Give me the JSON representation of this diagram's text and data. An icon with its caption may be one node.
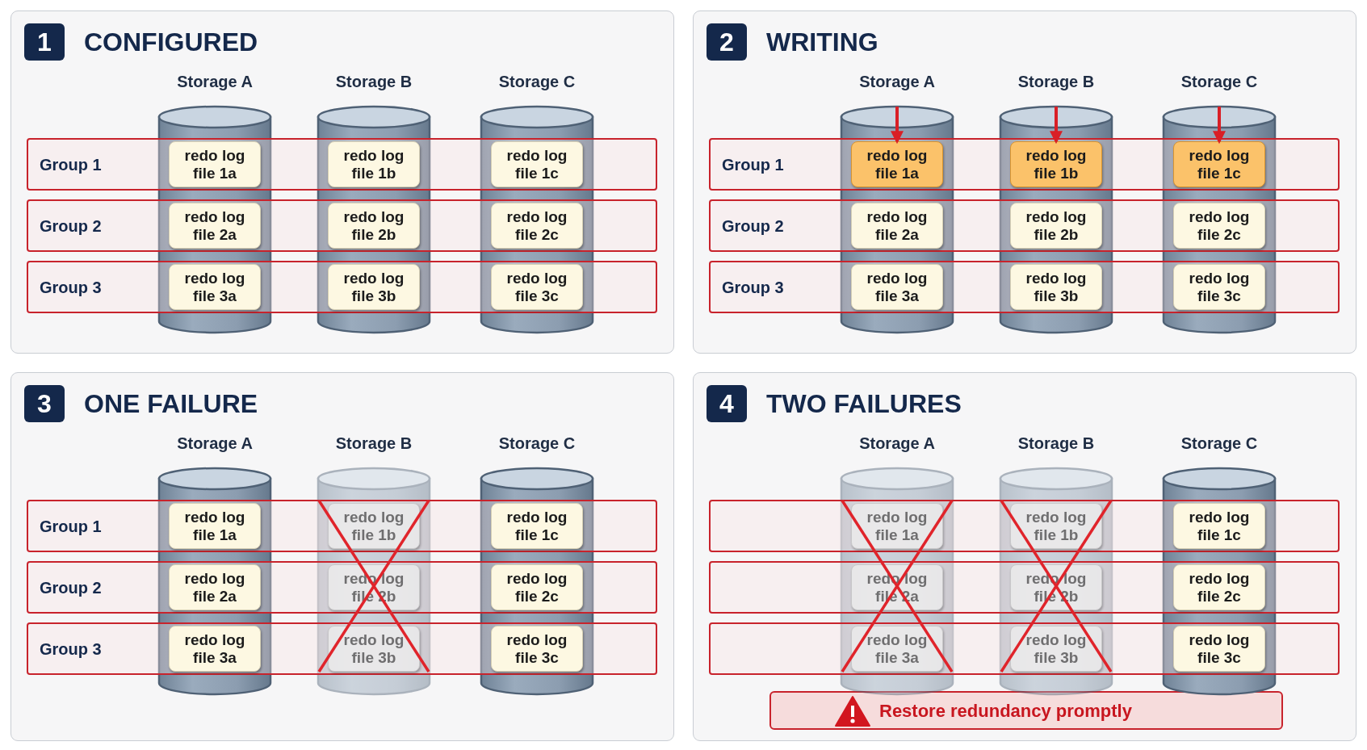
{
  "diagram": {
    "nodes": [
      {
        "text": [
          "1",
          "CONFIGURED"
        ]
      },
      {
        "text": [
          "Storage A"
        ],
        "in": 0
      },
      {
        "text": [
          "Storage B"
        ],
        "in": 0
      },
      {
        "text": [
          "Storage C"
        ],
        "in": 0
      },
      {
        "text": [
          "Group 1"
        ],
        "in": 0
      },
      {
        "text": [
          "redo log file 1a"
        ]
      },
      {
        "text": [
          "redo log file 1b"
        ]
      },
      {
        "text": [
          "redo log file 1c"
        ]
      },
      {
        "text": [
          "Group 2"
        ],
        "in": 0
      },
      {
        "text": [
          "redo log file 2a"
        ]
      },
      {
        "text": [
          "redo log file 2b"
        ]
      },
      {
        "text": [
          "redo log file 2c"
        ]
      },
      {
        "text": [
          "Group 3"
        ],
        "in": 0
      },
      {
        "text": [
          "redo log file 3a"
        ]
      },
      {
        "text": [
          "redo log file 3b"
        ]
      },
      {
        "text": [
          "redo log file 3c"
        ]
      },
      {
        "text": [
          "2",
          "WRITING"
        ]
      },
      {
        "text": [
          "Storage A"
        ],
        "in": 16
      },
      {
        "text": [
          "Storage B"
        ],
        "in": 16
      },
      {
        "text": [
          "Storage C"
        ],
        "in": 16
      },
      {
        "text": [
          "Group 1"
        ],
        "in": 16
      },
      {
        "text": [
          "redo log file 1a"
        ]
      },
      {
        "text": [
          "redo log file 1b"
        ]
      },
      {
        "text": [
          "redo log file 1c"
        ]
      },
      {
        "text": [
          "Group 2"
        ],
        "in": 16
      },
      {
        "text": [
          "redo log file 2a"
        ]
      },
      {
        "text": [
          "redo log file 2b"
        ]
      },
      {
        "text": [
          "redo log file 2c"
        ]
      },
      {
        "text": [
          "Group 3"
        ],
        "in": 16
      },
      {
        "text": [
          "redo log file 3a"
        ]
      },
      {
        "text": [
          "redo log file 3b"
        ]
      },
      {
        "text": [
          "redo log file 3c"
        ]
      },
      {
        "text": [
          "3",
          "ONE FAILURE"
        ]
      },
      {
        "text": [
          "Storage A"
        ],
        "in": 32
      },
      {
        "text": [
          "Storage B"
        ],
        "in": 32
      },
      {
        "text": [
          "Storage C"
        ],
        "in": 32
      },
      {
        "text": [
          "Group 1"
        ],
        "in": 32
      },
      {
        "text": [
          "redo log file 1a"
        ]
      },
      {
        "text": [
          "redo log file 1b"
        ]
      },
      {
        "text": [
          "redo log file 1c"
        ]
      },
      {
        "text": [
          "Group 2"
        ],
        "in": 32
      },
      {
        "text": [
          "redo log file 2a"
        ]
      },
      {
        "text": [
          "redo log file 2b"
        ]
      },
      {
        "text": [
          "redo log file 2c"
        ]
      },
      {
        "text": [
          "Group 3"
        ],
        "in": 32
      },
      {
        "text": [
          "redo log file 3a"
        ]
      },
      {
        "text": [
          "redo log file 3b"
        ]
      },
      {
        "text": [
          "redo log file 3c"
        ]
      },
      {
        "text": [
          "4",
          "TWO FAILURES"
        ]
      },
      {
        "text": [
          "Storage A"
        ],
        "in": 48
      },
      {
        "text": [
          "Storage B"
        ],
        "in": 48
      },
      {
        "text": [
          "Storage C"
        ],
        "in": 48
      },
      {
        "text": [],
        "shape": "box",
        "in": 48
      },
      {
        "text": [
          "redo log file 1a"
        ]
      },
      {
        "text": [
          "redo log file 1b"
        ]
      },
      {
        "text": [
          "redo log file 1c"
        ]
      },
      {
        "text": [],
        "shape": "box",
        "in": 48
      },
      {
        "text": [
          "redo log file 2a"
        ]
      },
      {
        "text": [
          "redo log file 2b"
        ]
      },
      {
        "text": [
          "redo log file 2c"
        ]
      },
      {
        "text": [],
        "shape": "box",
        "in": 48
      },
      {
        "text": [
          "redo log file 3a"
        ]
      },
      {
        "text": [
          "redo log file 3b"
        ]
      },
      {
        "text": [
          "redo log file 3c"
        ]
      },
      {
        "text": [
          "Restore redundancy promptly"
        ],
        "in": 48
      }
    ],
    "edges": [
      {
        "from": 17,
        "to": 21,
        "arrow": "to"
      },
      {
        "from": 18,
        "to": 22,
        "arrow": "to"
      },
      {
        "from": 19,
        "to": 23,
        "arrow": "to"
      }
    ]
  }
}
